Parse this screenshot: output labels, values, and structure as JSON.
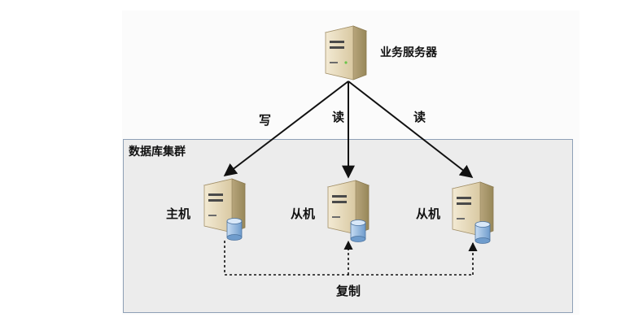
{
  "app_server": {
    "label": "业务服务器"
  },
  "cluster": {
    "label": "数据库集群"
  },
  "hosts": [
    {
      "label": "主机"
    },
    {
      "label": "从机"
    },
    {
      "label": "从机"
    }
  ],
  "edges": [
    {
      "label": "写"
    },
    {
      "label": "读"
    },
    {
      "label": "读"
    }
  ],
  "replication": {
    "label": "复制"
  },
  "colors": {
    "cluster_bg": "#ececec",
    "cluster_border": "#8ea0b6",
    "server_body": "#e8dcc0",
    "db_cylinder": "#9ec0e6",
    "line": "#111111"
  }
}
